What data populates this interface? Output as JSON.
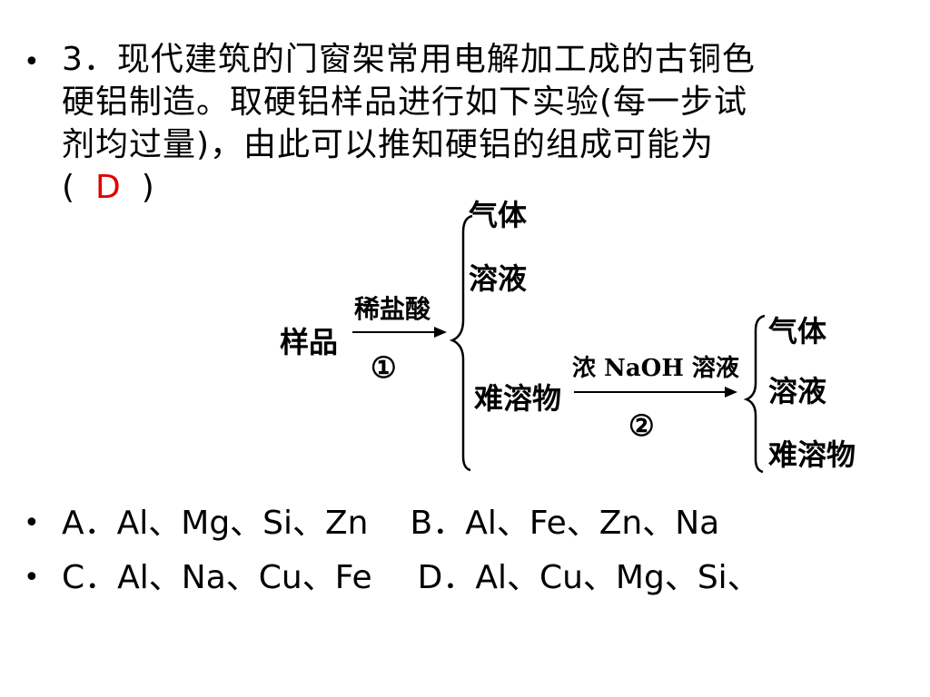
{
  "question": {
    "bullet": "•",
    "line1": "3．现代建筑的门窗架常用电解加工成的古铜色",
    "line2": "硬铝制造。取硬铝样品进行如下实验(每一步试",
    "line3": "剂均过量)，由此可以推知硬铝的组成可能为",
    "open_paren": "(",
    "answer": "D",
    "close_paren": ")",
    "answer_color": "#e00000"
  },
  "diagram": {
    "sample": "样品",
    "reagent1": "稀盐酸",
    "step1": "①",
    "branch1": [
      "气体",
      "溶液",
      "难溶物"
    ],
    "reagent2": "浓 NaOH 溶液",
    "step2": "②",
    "branch2": [
      "气体",
      "溶液",
      "难溶物"
    ]
  },
  "options": [
    {
      "bullet": "•",
      "a": "A．Al、Mg、Si、Zn",
      "b": "B．Al、Fe、Zn、Na"
    },
    {
      "bullet": "•",
      "a": "C．Al、Na、Cu、Fe",
      "b": "D．Al、Cu、Mg、Si、"
    }
  ]
}
